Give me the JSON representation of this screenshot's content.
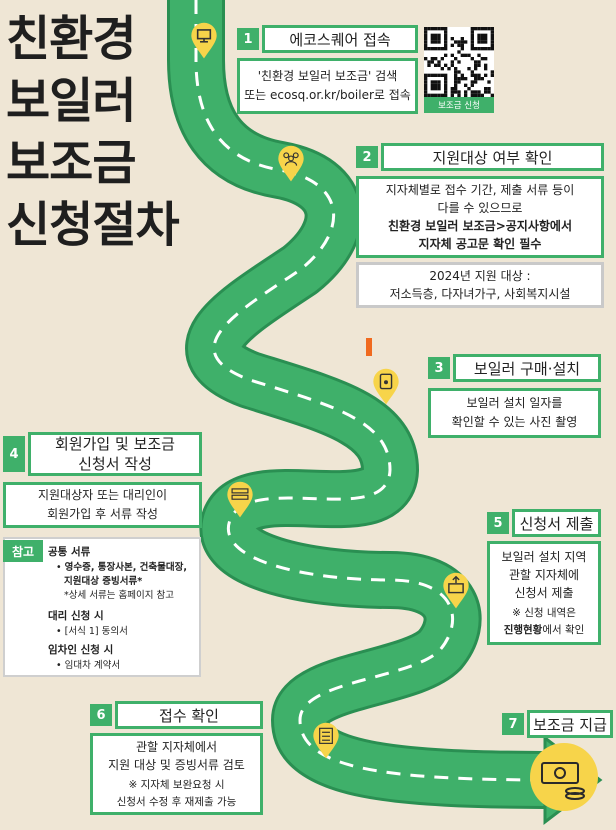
{
  "title": [
    "친환경",
    "보일러",
    "보조금",
    "신청절차"
  ],
  "colors": {
    "road": "#3fb06a",
    "road_edge": "#2a8f52",
    "pin": "#f7d44a",
    "accent": "#3fb06a",
    "background": "#efe6d5"
  },
  "steps": [
    {
      "num": "1",
      "title": "에코스퀘어 접속",
      "lines": [
        "'친환경 보일러 보조금' 검색",
        "또는 ecosq.or.kr/boiler로 접속"
      ],
      "icon": "monitor-icon"
    },
    {
      "num": "2",
      "title": "지원대상 여부 확인",
      "lines": [
        "지자체별로 접수 기간, 제출 서류 등이",
        "다를 수 있으므로",
        "친환경 보일러 보조금>공지사항에서",
        "지자체 공고문 확인 필수"
      ],
      "extra": [
        "2024년 지원 대상 :",
        "저소득층, 다자녀가구, 사회복지시설"
      ],
      "icon": "people-icon"
    },
    {
      "num": "3",
      "title": "보일러 구매·설치",
      "lines": [
        "보일러 설치 일자를",
        "확인할 수 있는 사진 촬영"
      ],
      "icon": "boiler-icon"
    },
    {
      "num": "4",
      "title_lines": [
        "회원가입 및 보조금",
        "신청서 작성"
      ],
      "lines": [
        "지원대상자 또는 대리인이",
        "회원가입 후 서류 작성"
      ],
      "icon": "form-icon"
    },
    {
      "num": "5",
      "title": "신청서 제출",
      "lines": [
        "보일러 설치 지역",
        "관할 지자체에",
        "신청서 제출"
      ],
      "note_prefix": "※ 신청 내역은",
      "note_bold": "진행현황",
      "note_suffix": "에서 확인",
      "icon": "upload-box-icon"
    },
    {
      "num": "6",
      "title": "접수 확인",
      "lines": [
        "관할 지자체에서",
        "지원 대상 및 증빙서류 검토"
      ],
      "note": [
        "※ 지자체 보완요청 시",
        "신청서 수정 후 재제출 가능"
      ],
      "icon": "checklist-icon"
    },
    {
      "num": "7",
      "title": "보조금 지급",
      "icon": "money-icon"
    }
  ],
  "qr": {
    "label": "보조금 신청"
  },
  "reference": {
    "tag": "참고",
    "common_title": "공통 서류",
    "common_items": [
      "영수증, 통장사본, 건축물대장,",
      "지원대상 증빙서류*"
    ],
    "common_note": "*상세 서류는 홈페이지 참고",
    "proxy_title": "대리 신청 시",
    "proxy_item": "[서식 1] 동의서",
    "tenant_title": "임차인 신청 시",
    "tenant_item": "임대차 계약서"
  }
}
